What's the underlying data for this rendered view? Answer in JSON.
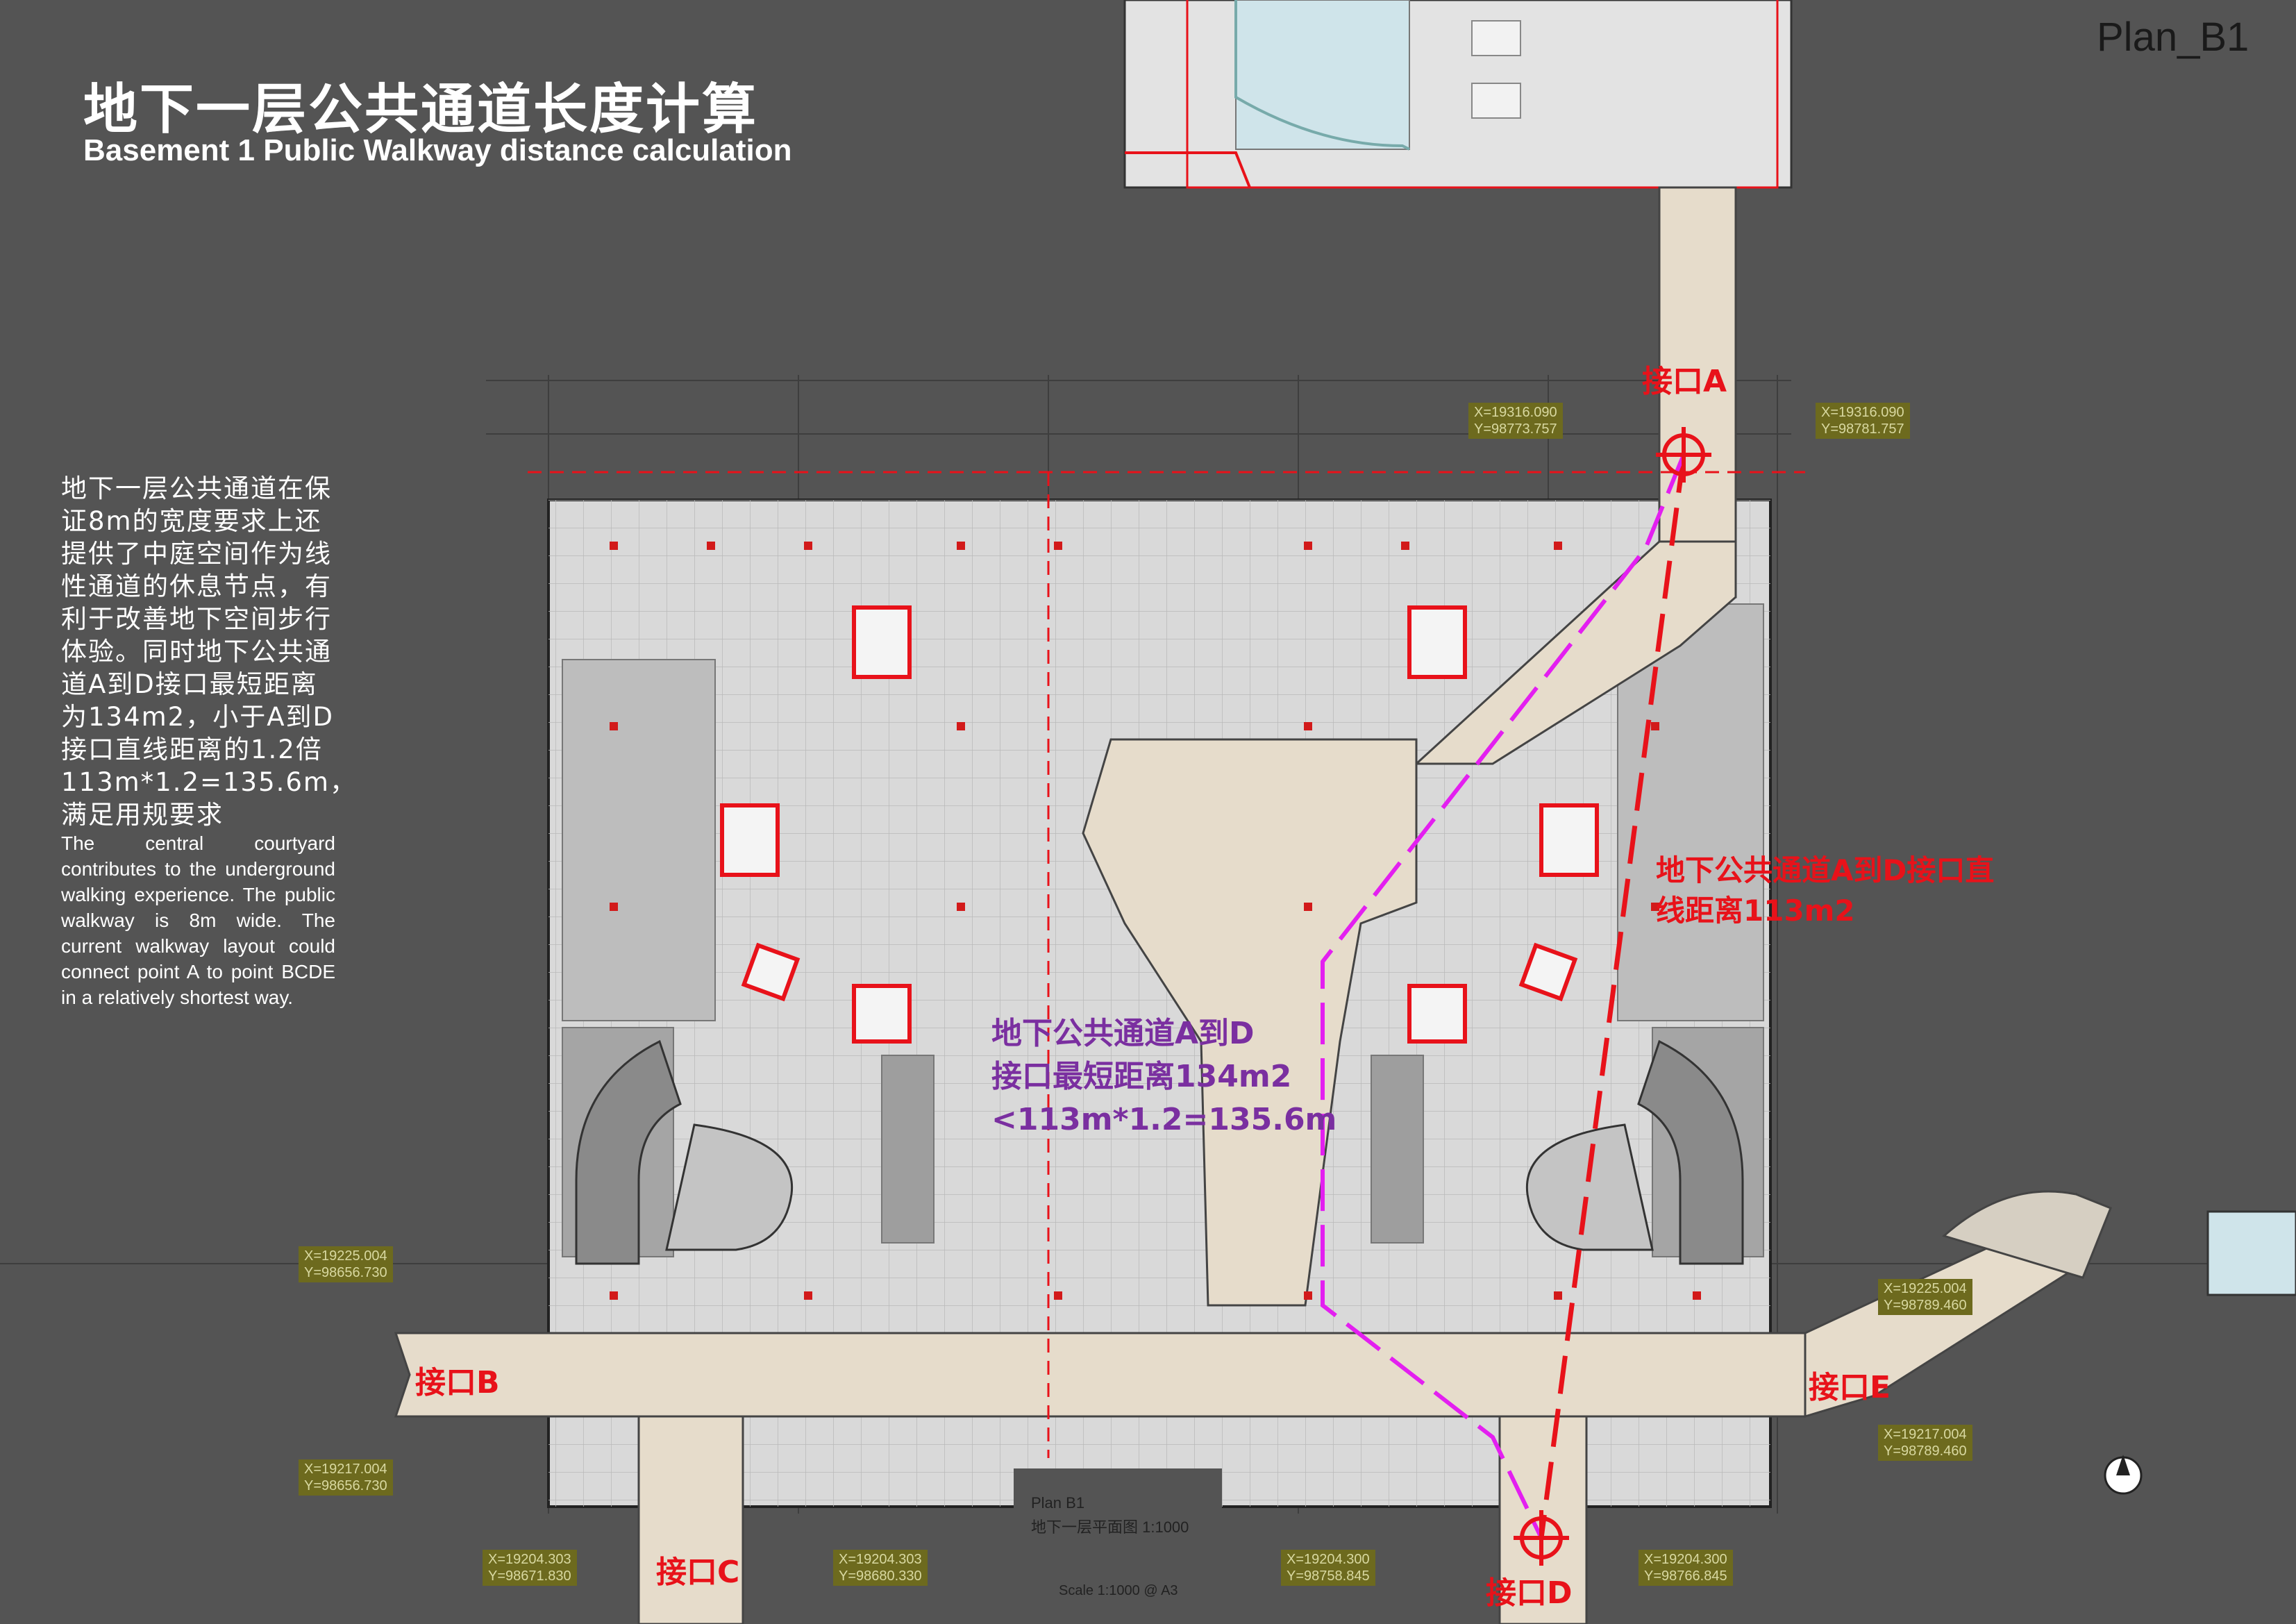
{
  "header": {
    "title_cn": "地下一层公共通道长度计算",
    "title_en": "Basement 1 Public Walkway distance calculation",
    "plan_tag": "Plan_B1"
  },
  "description": {
    "cn": "地下一层公共通道在保证8m的宽度要求上还提供了中庭空间作为线性通道的休息节点，有利于改善地下空间步行体验。同时地下公共通道A到D接口最短距离为134m2，小于A到D接口直线距离的1.2倍113m*1.2=135.6m，满足用规要求",
    "en": "The central courtyard contributes to the underground walking experience. The public walkway is 8m wide. The current walkway layout could connect point A to point BCDE in a relatively shortest way."
  },
  "connectors": {
    "a": "接口A",
    "b": "接口B",
    "c": "接口C",
    "d": "接口D",
    "e": "接口E"
  },
  "notes": {
    "straight_distance": "地下公共通道A到D接口直\n线距离113m2",
    "shortest_distance": "地下公共通道A到D\n接口最短距离134m2\n<113m*1.2=135.6m"
  },
  "coordinates": {
    "a_left": "X=19316.090\nY=98773.757",
    "a_right": "X=19316.090\nY=98781.757",
    "b_top": "X=19225.004\nY=98656.730",
    "b_bottom": "X=19217.004\nY=98656.730",
    "c_left": "X=19204.303\nY=98671.830",
    "c_right": "X=19204.303\nY=98680.330",
    "d_left": "X=19204.300\nY=98758.845",
    "d_right": "X=19204.300\nY=98766.845",
    "e_top": "X=19225.004\nY=98789.460",
    "e_bottom": "X=19217.004\nY=98789.460"
  },
  "plan": {
    "name": "Plan B1",
    "subtitle": "地下一层平面图 1:1000",
    "scale": "Scale 1:1000 @ A3"
  },
  "colors": {
    "background": "#545454",
    "slab": "#d9d9d9",
    "walkway": "#e6dccb",
    "core": "#e8121a",
    "shortest_path": "#e31ff0",
    "straight_path": "#e8121a",
    "label_text_purple": "#7a2fa0"
  }
}
